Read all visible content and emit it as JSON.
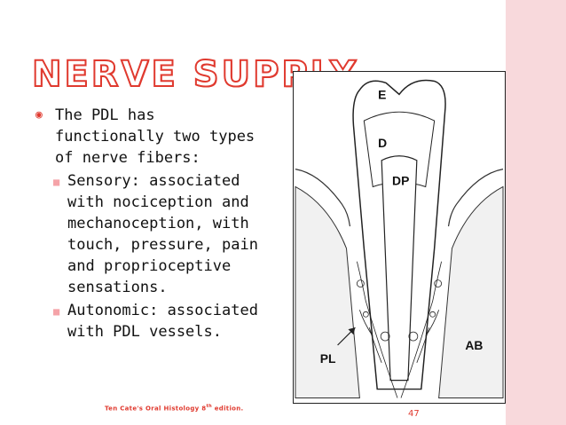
{
  "slide": {
    "title": "NERVE SUPPLY",
    "bullets": [
      {
        "text": "The PDL has functionally two types of nerve fibers:",
        "level": 1
      },
      {
        "text": "Sensory: associated with nociception and mechanoception, with touch, pressure, pain and proprioceptive sensations.",
        "level": 2
      },
      {
        "text": "Autonomic: associated with PDL vessels.",
        "level": 2
      }
    ],
    "citation_main": "Ten Cate's Oral Histology 8",
    "citation_sup": "th",
    "citation_end": " edition.",
    "page_number": "47",
    "accent_color": "#e03a2f",
    "bar_color": "#f8d9dc"
  },
  "figure": {
    "labels": {
      "enamel": "E",
      "dentin": "D",
      "pulp": "DP",
      "ligament": "PL",
      "bone": "AB"
    }
  }
}
